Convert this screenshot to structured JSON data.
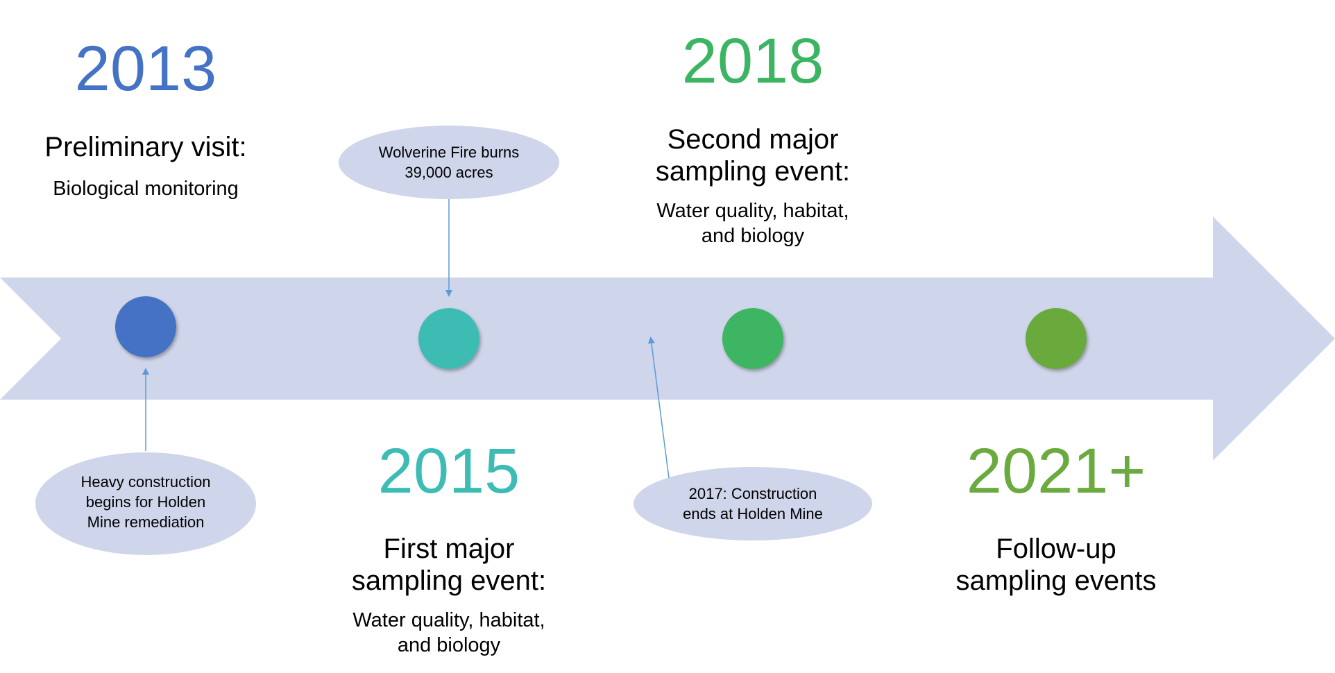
{
  "colors": {
    "arrow": "#cfd5ea",
    "bubble": "#cfd5ea",
    "connector": "#5b9bd5",
    "y2013": "#4472c4",
    "y2015": "#3cbcb4",
    "y2018": "#3cb563",
    "y2021": "#6aaa3e"
  },
  "events": [
    {
      "year": "2013",
      "heading": "Preliminary visit:",
      "description": "Biological monitoring",
      "color_key": "y2013",
      "node_icon": "dark-blue-circle"
    },
    {
      "year": "2015",
      "heading": "First major sampling event:",
      "description": "Water quality, habitat, and biology",
      "color_key": "y2015",
      "node_icon": "teal-circle"
    },
    {
      "year": "2018",
      "heading": "Second major sampling event:",
      "description": "Water quality, habitat, and biology",
      "color_key": "y2018",
      "node_icon": "green-circle"
    },
    {
      "year": "2021+",
      "heading": "Follow-up sampling events",
      "description": "",
      "color_key": "y2021",
      "node_icon": "light-green-circle"
    }
  ],
  "callouts": {
    "construction_begins": "Heavy construction begins for Holden Mine remediation",
    "wolverine_fire": "Wolverine Fire burns 39,000 acres",
    "construction_ends": "2017: Construction ends at Holden Mine"
  }
}
